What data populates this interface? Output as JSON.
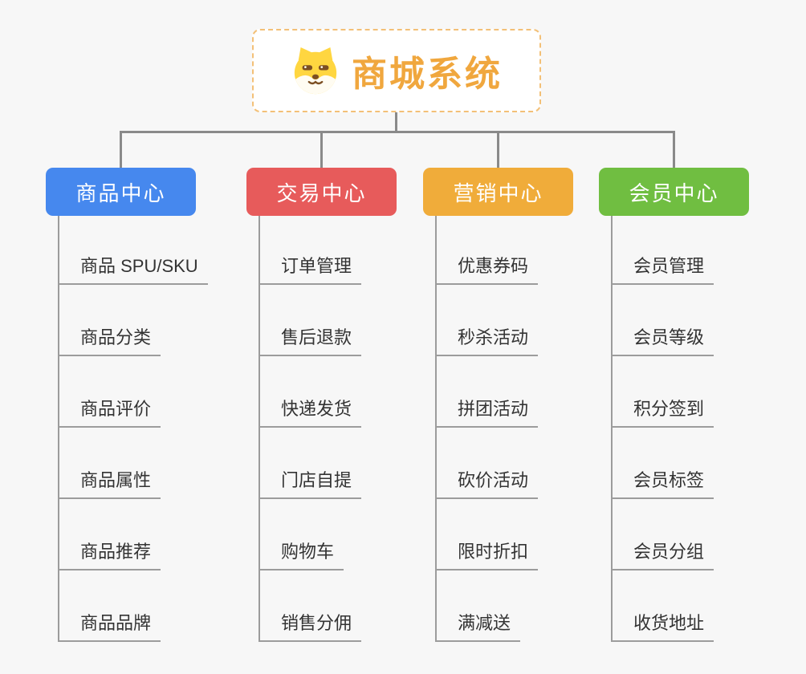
{
  "canvas": {
    "background": "#f7f7f7",
    "connector_color": "#8a8a8a",
    "child_line_color": "#9c9c9c"
  },
  "root": {
    "title": "商城系统",
    "title_color": "#f0a73e",
    "border_color": "#f3c077",
    "icon": "shiba-dog-icon",
    "icon_colors": {
      "fur": "#ffd640",
      "muzzle": "#fffcf2",
      "features": "#7c4f23"
    }
  },
  "branches": [
    {
      "label": "商品中心",
      "color": "#4688ee",
      "children": [
        "商品 SPU/SKU",
        "商品分类",
        "商品评价",
        "商品属性",
        "商品推荐",
        "商品品牌"
      ]
    },
    {
      "label": "交易中心",
      "color": "#e75b5b",
      "children": [
        "订单管理",
        "售后退款",
        "快递发货",
        "门店自提",
        "购物车",
        "销售分佣"
      ]
    },
    {
      "label": "营销中心",
      "color": "#f0ac3a",
      "children": [
        "优惠券码",
        "秒杀活动",
        "拼团活动",
        "砍价活动",
        "限时折扣",
        "满减送"
      ]
    },
    {
      "label": "会员中心",
      "color": "#70be41",
      "children": [
        "会员管理",
        "会员等级",
        "积分签到",
        "会员标签",
        "会员分组",
        "收货地址"
      ]
    }
  ]
}
